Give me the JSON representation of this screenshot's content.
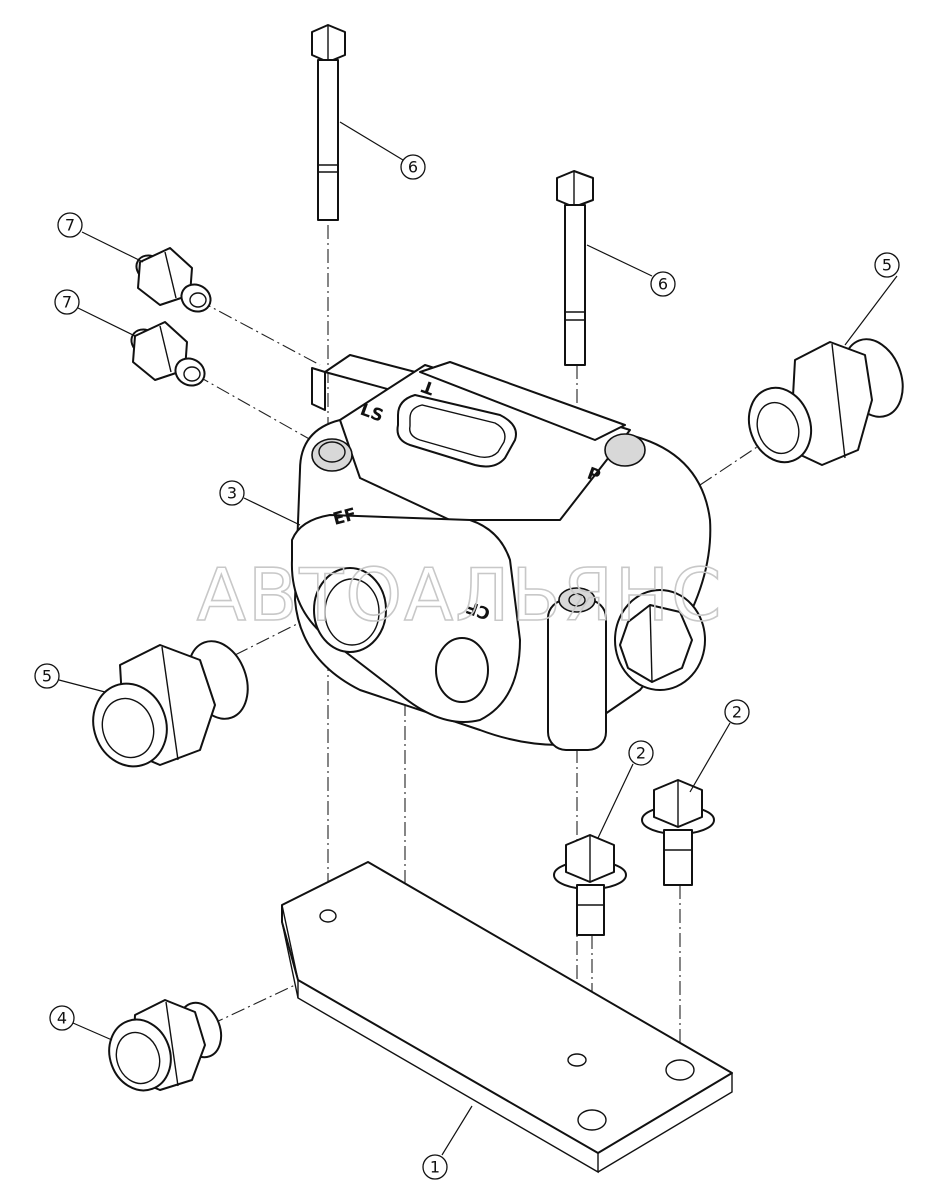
{
  "watermark": "АВТОАЛЬЯНС",
  "port_labels": {
    "t": "T",
    "ls": "LS",
    "p": "P",
    "ef": "EF",
    "cf": "CF"
  },
  "callouts": [
    {
      "id": "c1",
      "label": "1"
    },
    {
      "id": "c2a",
      "label": "2"
    },
    {
      "id": "c2b",
      "label": "2"
    },
    {
      "id": "c3",
      "label": "3"
    },
    {
      "id": "c4",
      "label": "4"
    },
    {
      "id": "c5a",
      "label": "5"
    },
    {
      "id": "c5b",
      "label": "5"
    },
    {
      "id": "c6a",
      "label": "6"
    },
    {
      "id": "c6b",
      "label": "6"
    },
    {
      "id": "c7a",
      "label": "7"
    },
    {
      "id": "c7b",
      "label": "7"
    }
  ],
  "colors": {
    "line": "#111111",
    "watermark": "#c8c8c8",
    "background": "#ffffff"
  }
}
